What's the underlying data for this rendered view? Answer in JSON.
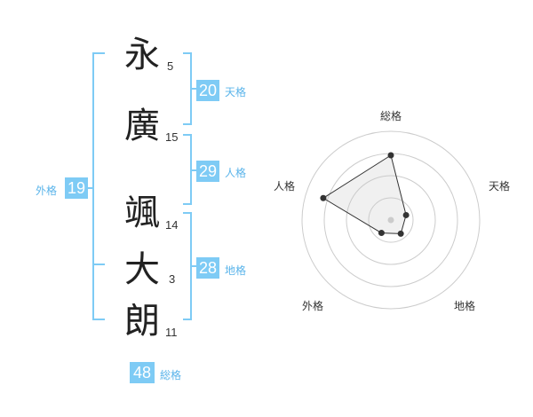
{
  "name_chars": [
    {
      "char": "永",
      "strokes": "5"
    },
    {
      "char": "廣",
      "strokes": "15"
    },
    {
      "char": "颯",
      "strokes": "14"
    },
    {
      "char": "大",
      "strokes": "3"
    },
    {
      "char": "朗",
      "strokes": "11"
    }
  ],
  "kaku": {
    "tenkaku": {
      "value": "20",
      "label": "天格"
    },
    "jinkaku": {
      "value": "29",
      "label": "人格"
    },
    "chikaku": {
      "value": "28",
      "label": "地格"
    },
    "gaikaku": {
      "value": "19",
      "label": "外格"
    },
    "soukaku": {
      "value": "48",
      "label": "総格"
    }
  },
  "colors": {
    "accent": "#7ecbf5",
    "bracket": "#7ecbf5",
    "text": "#222222"
  },
  "chart_data": {
    "type": "radar",
    "axes": [
      "総格",
      "天格",
      "地格",
      "外格",
      "人格"
    ],
    "values": [
      0.73,
      0.18,
      0.19,
      0.18,
      0.8
    ],
    "rings": 4,
    "range": [
      0,
      1
    ]
  }
}
